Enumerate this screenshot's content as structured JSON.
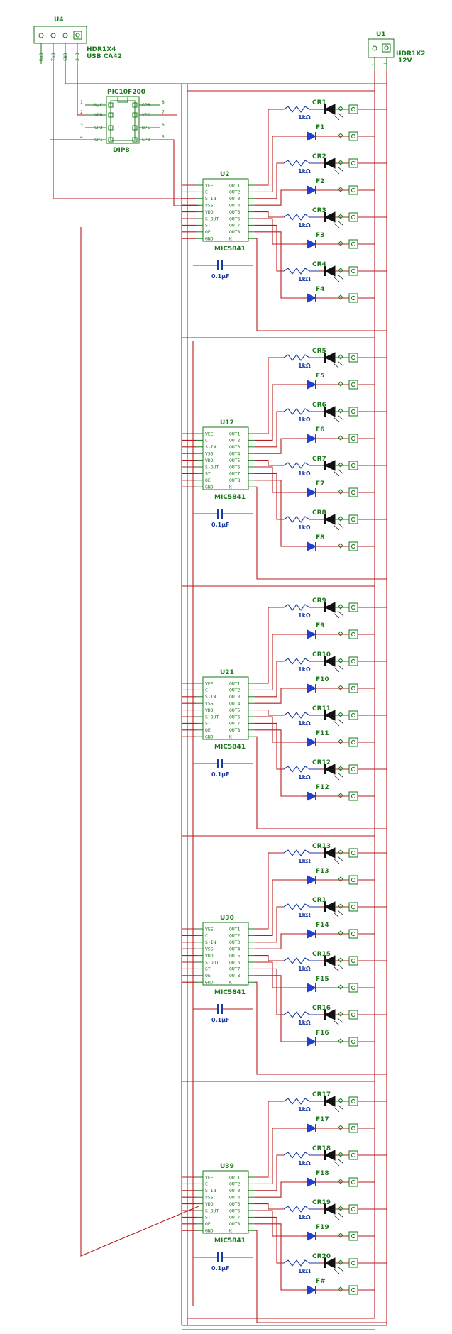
{
  "header_u4": {
    "ref": "U4",
    "pins": [
      "RxD",
      "TxD",
      "GND",
      "3.3"
    ],
    "part": "HDR1X4",
    "desc": "USB CA42"
  },
  "header_u1": {
    "ref": "U1",
    "pins": [
      "-",
      "+"
    ],
    "part": "HDR1X2",
    "voltage": "12V"
  },
  "pic": {
    "part": "PIC10F200",
    "package": "DIP8",
    "left_pins": [
      {
        "num": "1",
        "name": "N/C"
      },
      {
        "num": "2",
        "name": "VDD"
      },
      {
        "num": "3",
        "name": "GP2"
      },
      {
        "num": "4",
        "name": "GP1"
      }
    ],
    "right_pins": [
      {
        "num": "8",
        "name": "GP3"
      },
      {
        "num": "7",
        "name": "VSS"
      },
      {
        "num": "6",
        "name": "N/C"
      },
      {
        "num": "5",
        "name": "GP0"
      }
    ]
  },
  "driver_left_pins": [
    "VEE",
    "C",
    "S-IN",
    "VSS",
    "VDD",
    "S-OUT",
    "ST",
    "OE",
    "GND"
  ],
  "driver_right_pins": [
    "OUT1",
    "OUT2",
    "OUT3",
    "OUT4",
    "OUT5",
    "OUT6",
    "OUT7",
    "OUT8",
    "K"
  ],
  "drivers": [
    {
      "ref": "U2",
      "part": "MIC5841",
      "cap": "0.1µF",
      "leds": [
        {
          "label": "CR1",
          "res": "1kΩ"
        },
        {
          "label": "F1"
        },
        {
          "label": "CR2",
          "res": "1kΩ"
        },
        {
          "label": "F2"
        },
        {
          "label": "CR3",
          "res": "1kΩ"
        },
        {
          "label": "F3"
        },
        {
          "label": "CR4",
          "res": "1kΩ"
        },
        {
          "label": "F4"
        }
      ]
    },
    {
      "ref": "U12",
      "part": "MIC5841",
      "cap": "0.1µF",
      "leds": [
        {
          "label": "CR5",
          "res": "1kΩ"
        },
        {
          "label": "F5"
        },
        {
          "label": "CR6",
          "res": "1kΩ"
        },
        {
          "label": "F6"
        },
        {
          "label": "CR7",
          "res": "1kΩ"
        },
        {
          "label": "F7"
        },
        {
          "label": "CR8",
          "res": "1kΩ"
        },
        {
          "label": "F8"
        }
      ]
    },
    {
      "ref": "U21",
      "part": "MIC5841",
      "cap": "0.1µF",
      "leds": [
        {
          "label": "CR9",
          "res": "1kΩ"
        },
        {
          "label": "F9"
        },
        {
          "label": "CR10",
          "res": "1kΩ"
        },
        {
          "label": "F10"
        },
        {
          "label": "CR11",
          "res": "1kΩ"
        },
        {
          "label": "F11"
        },
        {
          "label": "CR12",
          "res": "1kΩ"
        },
        {
          "label": "F12"
        }
      ]
    },
    {
      "ref": "U30",
      "part": "MIC5841",
      "cap": "0.1µF",
      "leds": [
        {
          "label": "CR13",
          "res": "1kΩ"
        },
        {
          "label": "F13"
        },
        {
          "label": "CR1",
          "res": "1kΩ"
        },
        {
          "label": "F14"
        },
        {
          "label": "CR15",
          "res": "1kΩ"
        },
        {
          "label": "F15"
        },
        {
          "label": "CR16",
          "res": "1kΩ"
        },
        {
          "label": "F16"
        }
      ]
    },
    {
      "ref": "U39",
      "part": "MIC5841",
      "cap": "0.1µF",
      "leds": [
        {
          "label": "CR17",
          "res": "1kΩ"
        },
        {
          "label": "F17"
        },
        {
          "label": "CR18",
          "res": "1kΩ"
        },
        {
          "label": "F18"
        },
        {
          "label": "CR19",
          "res": "1kΩ"
        },
        {
          "label": "F19"
        },
        {
          "label": "CR20",
          "res": "1kΩ"
        },
        {
          "label": "F#"
        }
      ]
    }
  ]
}
